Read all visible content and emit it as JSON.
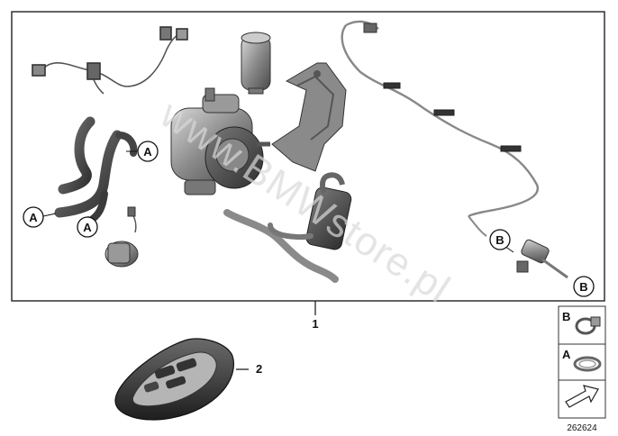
{
  "watermark": "www.BMWstore.pl",
  "callouts": {
    "a1": "A",
    "a2": "A",
    "a3": "A",
    "b1": "B",
    "b2": "B"
  },
  "part_numbers": {
    "assembly": "1",
    "remote": "2"
  },
  "legend": {
    "clamp_b": "B",
    "clamp_a": "A"
  },
  "reference_number": "262624",
  "colors": {
    "frame": "#222222",
    "part_dark": "#3f3f3f",
    "part_mid": "#7a7a7a",
    "part_light": "#b8b8b8"
  }
}
